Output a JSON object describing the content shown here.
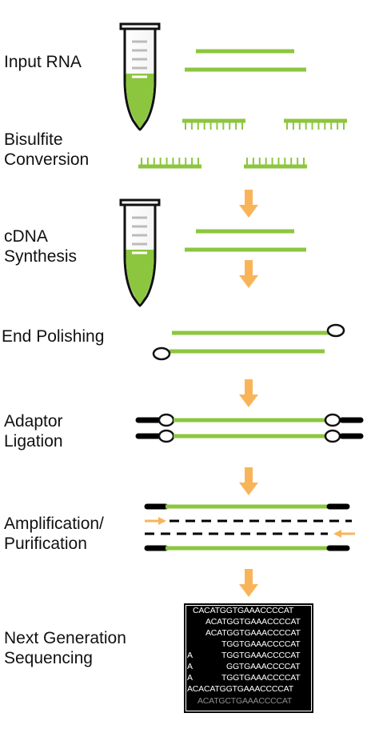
{
  "steps": [
    {
      "id": "input-rna",
      "lines": [
        "Input RNA"
      ]
    },
    {
      "id": "bisulfite-conversion",
      "lines": [
        "Bisulfite",
        "Conversion"
      ]
    },
    {
      "id": "cdna-synthesis",
      "lines": [
        "cDNA",
        "Synthesis"
      ]
    },
    {
      "id": "end-polishing",
      "lines": [
        "End Polishing"
      ]
    },
    {
      "id": "adaptor-ligation",
      "lines": [
        "Adaptor",
        "Ligation"
      ]
    },
    {
      "id": "amplification-purification",
      "lines": [
        "Amplification/",
        "Purification"
      ]
    },
    {
      "id": "next-generation-sequencing",
      "lines": [
        "Next Generation",
        "Sequencing"
      ]
    }
  ],
  "sequencing_reads": [
    "CACATGGTGAAACCCCAT",
    "ACATGGTGAAACCCCAT",
    "ACATGGTGAAACCCCAT",
    "TGGTGAAACCCCAT",
    "A",
    "TGGTGAAACCCCAT",
    "A",
    "GGTGAAACCCCAT",
    "A",
    "TGGTGAAACCCCAT",
    "ACACATGGTGAAACCCCAT",
    "ACATGCTGAAACCCCAT"
  ],
  "colors": {
    "strand": "#8cc63f",
    "arrow": "#f9b45a",
    "adaptor": "#000000",
    "text": "#111111"
  },
  "icons": [
    "tube-icon",
    "arrow-down-icon",
    "primer-arrow-icon"
  ]
}
